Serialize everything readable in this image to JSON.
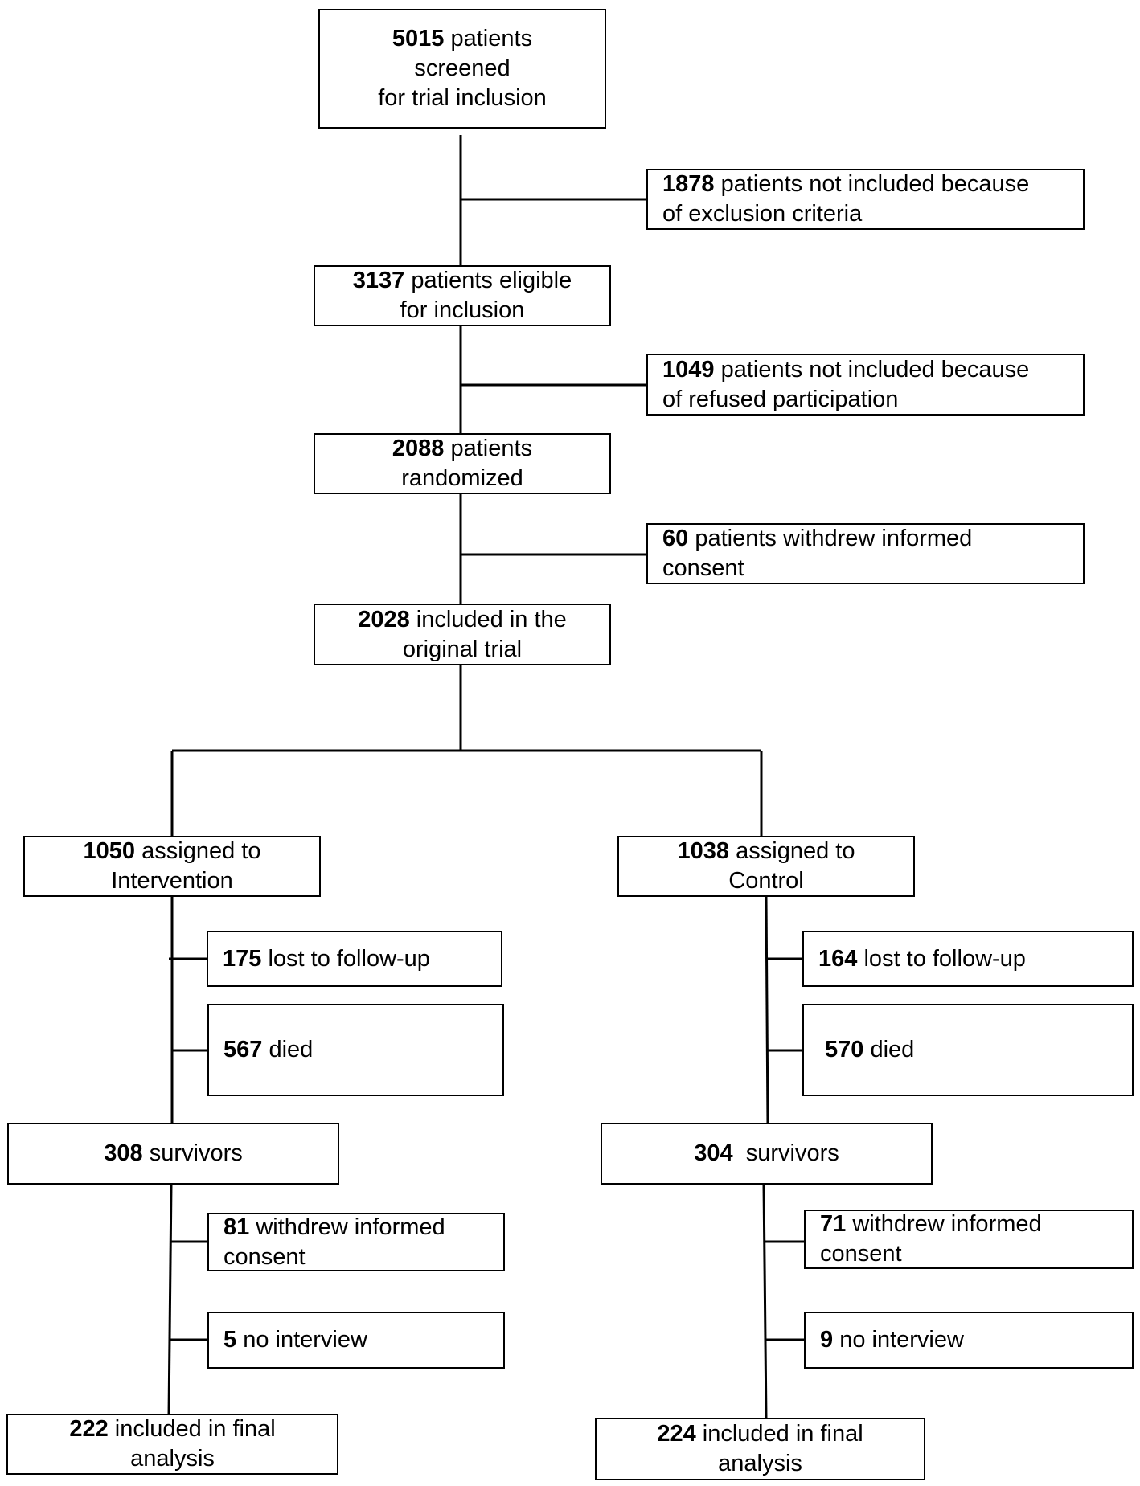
{
  "flowchart": {
    "screened": {
      "count": "5015",
      "line1_rest": " patients",
      "line2": "screened",
      "line3": "for trial inclusion"
    },
    "excluded_criteria": {
      "count": "1878",
      "line1_rest": " patients not included because",
      "line2": "of exclusion criteria"
    },
    "eligible": {
      "count": "3137",
      "line1_rest": " patients eligible",
      "line2": "for inclusion"
    },
    "refused": {
      "count": "1049",
      "line1_rest": " patients not included because",
      "line2": "of refused participation"
    },
    "randomized": {
      "count": "2088",
      "line1_rest": " patients",
      "line2": "randomized"
    },
    "withdrew_consent": {
      "count": "60",
      "line1_rest": " patients withdrew informed",
      "line2": "consent"
    },
    "included_original": {
      "count": "2028",
      "line1_rest": " included in the",
      "line2": "original trial"
    },
    "intervention": {
      "assigned": {
        "count": "1050",
        "line1_rest": " assigned to",
        "line2": "Intervention"
      },
      "lost": {
        "count": "175",
        "rest": " lost to follow-up"
      },
      "died": {
        "count": "567",
        "rest": " died"
      },
      "survivors": {
        "count": "308",
        "rest": " survivors"
      },
      "withdrew": {
        "count": "81",
        "line1_rest": " withdrew informed",
        "line2": "consent"
      },
      "no_interview": {
        "count": "5",
        "rest": " no interview"
      },
      "final": {
        "count": "222",
        "line1_rest": " included in final",
        "line2": "analysis"
      }
    },
    "control": {
      "assigned": {
        "count": "1038",
        "line1_rest": " assigned to",
        "line2": "Control"
      },
      "lost": {
        "count": "164",
        "rest": " lost to follow-up"
      },
      "died": {
        "count": "570",
        "rest": " died"
      },
      "survivors": {
        "count": "304",
        "rest": "  survivors"
      },
      "withdrew": {
        "count": "71",
        "line1_rest": " withdrew informed",
        "line2": "consent"
      },
      "no_interview": {
        "count": "9",
        "rest": " no interview"
      },
      "final": {
        "count": "224",
        "line1_rest": " included in final",
        "line2": "analysis"
      }
    }
  }
}
